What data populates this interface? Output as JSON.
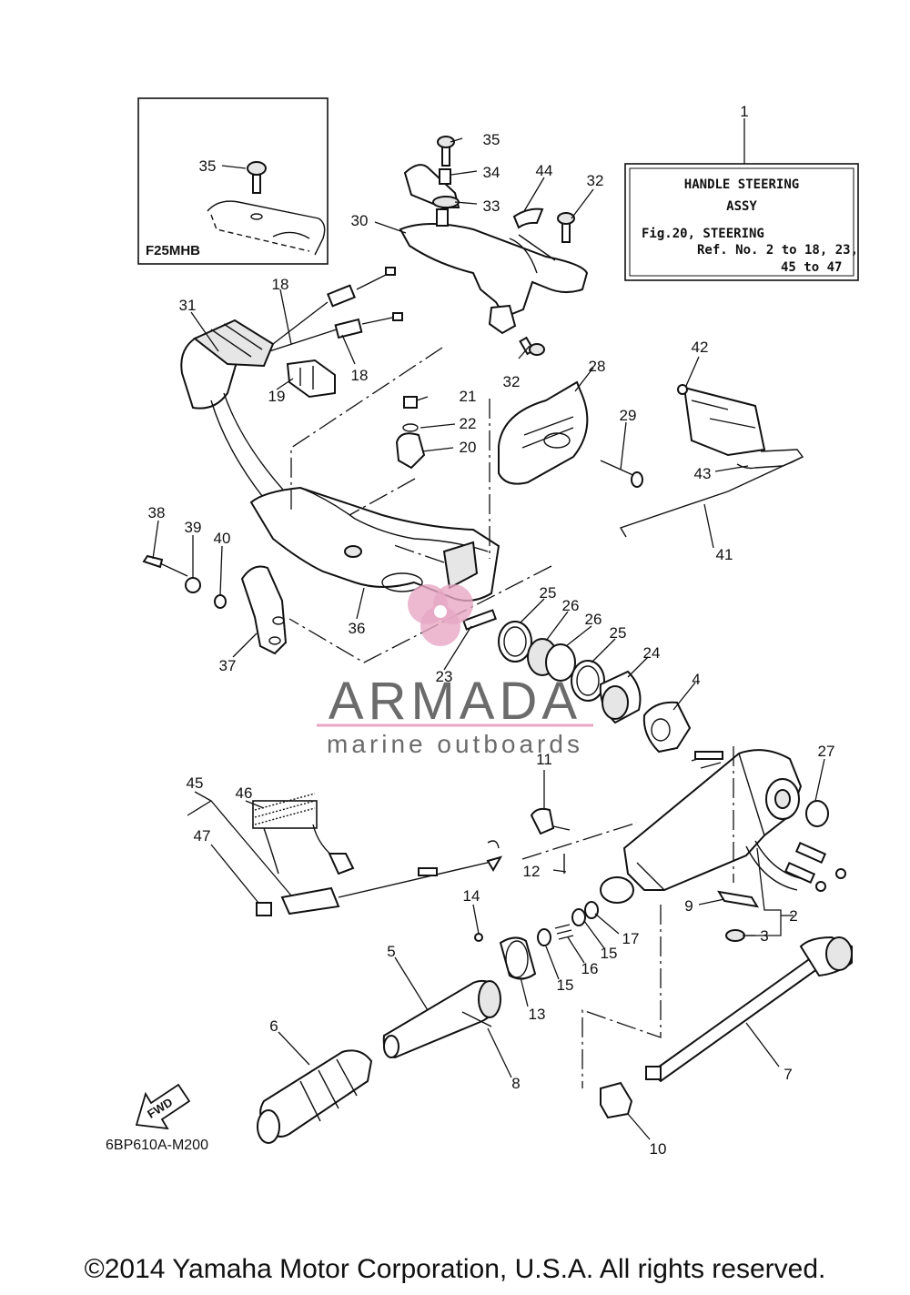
{
  "callouts": [
    {
      "id": "c1",
      "text": "1"
    },
    {
      "id": "c2",
      "text": "2"
    },
    {
      "id": "c3",
      "text": "3"
    },
    {
      "id": "c4",
      "text": "4"
    },
    {
      "id": "c5",
      "text": "5"
    },
    {
      "id": "c6",
      "text": "6"
    },
    {
      "id": "c7",
      "text": "7"
    },
    {
      "id": "c8",
      "text": "8"
    },
    {
      "id": "c9",
      "text": "9"
    },
    {
      "id": "c10",
      "text": "10"
    },
    {
      "id": "c11",
      "text": "11"
    },
    {
      "id": "c12",
      "text": "12"
    },
    {
      "id": "c13",
      "text": "13"
    },
    {
      "id": "c14",
      "text": "14"
    },
    {
      "id": "c15a",
      "text": "15"
    },
    {
      "id": "c15b",
      "text": "15"
    },
    {
      "id": "c16",
      "text": "16"
    },
    {
      "id": "c17",
      "text": "17"
    },
    {
      "id": "c18a",
      "text": "18"
    },
    {
      "id": "c18b",
      "text": "18"
    },
    {
      "id": "c19",
      "text": "19"
    },
    {
      "id": "c20",
      "text": "20"
    },
    {
      "id": "c21",
      "text": "21"
    },
    {
      "id": "c22",
      "text": "22"
    },
    {
      "id": "c23",
      "text": "23"
    },
    {
      "id": "c24",
      "text": "24"
    },
    {
      "id": "c25a",
      "text": "25"
    },
    {
      "id": "c25b",
      "text": "25"
    },
    {
      "id": "c26a",
      "text": "26"
    },
    {
      "id": "c26b",
      "text": "26"
    },
    {
      "id": "c27",
      "text": "27"
    },
    {
      "id": "c28",
      "text": "28"
    },
    {
      "id": "c29",
      "text": "29"
    },
    {
      "id": "c30",
      "text": "30"
    },
    {
      "id": "c31",
      "text": "31"
    },
    {
      "id": "c32a",
      "text": "32"
    },
    {
      "id": "c32b",
      "text": "32"
    },
    {
      "id": "c33",
      "text": "33"
    },
    {
      "id": "c34",
      "text": "34"
    },
    {
      "id": "c35a",
      "text": "35"
    },
    {
      "id": "c35b",
      "text": "35"
    },
    {
      "id": "c36",
      "text": "36"
    },
    {
      "id": "c37",
      "text": "37"
    },
    {
      "id": "c38",
      "text": "38"
    },
    {
      "id": "c39",
      "text": "39"
    },
    {
      "id": "c40",
      "text": "40"
    },
    {
      "id": "c41",
      "text": "41"
    },
    {
      "id": "c42",
      "text": "42"
    },
    {
      "id": "c43",
      "text": "43"
    },
    {
      "id": "c44",
      "text": "44"
    },
    {
      "id": "c45",
      "text": "45"
    },
    {
      "id": "c46",
      "text": "46"
    },
    {
      "id": "c47",
      "text": "47"
    }
  ],
  "note_box": {
    "line1": "HANDLE STEERING",
    "line2": "ASSY",
    "line3": "Fig.20, STEERING",
    "line4": "Ref. No. 2 to 18, 23,",
    "line5": "45 to 47"
  },
  "inset": {
    "label": "F25MHB"
  },
  "fwd_arrow": {
    "label": "FWD"
  },
  "diagram_code": "6BP610A-M200",
  "watermark": {
    "brand": "ARMADA",
    "tagline": "marine outboards",
    "accent_color": "#e7a7c4",
    "text_color": "#6b6b6b"
  },
  "copyright": "©2014 Yamaha Motor Corporation, U.S.A. All rights reserved."
}
